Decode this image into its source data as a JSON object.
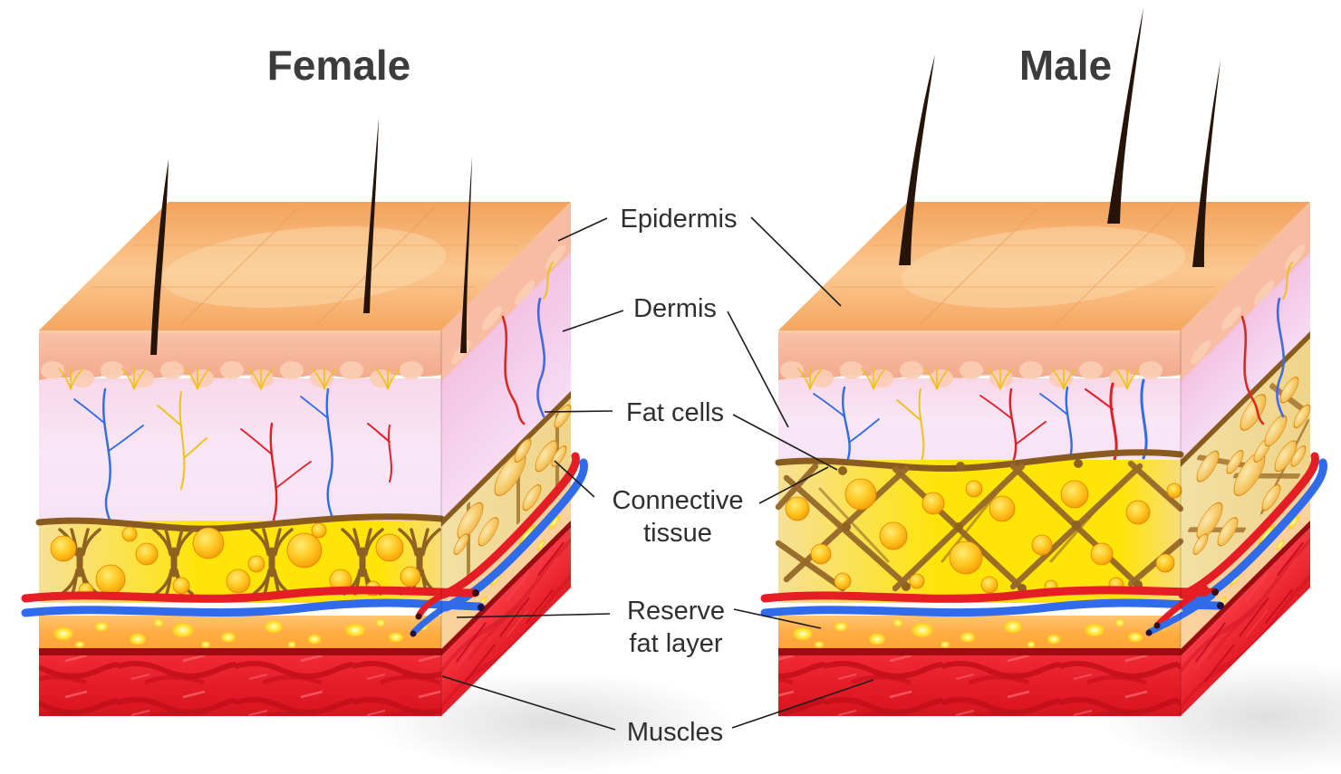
{
  "titles": {
    "female": "Female",
    "male": "Male"
  },
  "labels": {
    "epidermis": {
      "text": "Epidermis"
    },
    "dermis": {
      "text": "Dermis"
    },
    "fat_cells": {
      "text": "Fat cells"
    },
    "connective_tissue": {
      "text": "Connective tissue",
      "lines": [
        "Connective",
        "tissue"
      ]
    },
    "reserve_fat_layer": {
      "text": "Reserve fat layer",
      "lines": [
        "Reserve",
        "fat layer"
      ]
    },
    "muscles": {
      "text": "Muscles"
    }
  },
  "colors": {
    "background": "#FFFFFF",
    "title_text": "#3C3C3C",
    "label_text": "#2F2F2F",
    "connector_line": "#1C1C1C",
    "skin_surface": "#F7AE6A",
    "epidermis": "#F5B093",
    "dermis": "#F8E0F0",
    "connective_tissue": "#8A5B1E",
    "fat_layer": "#FFE400",
    "fat_cell": "#FFB424",
    "vein": "#2F6BEA",
    "artery": "#E51D24",
    "nerve": "#EFC11D",
    "reserve_fat": "#FFAC3F",
    "muscle": "#E6202C",
    "hair": "#261409"
  }
}
